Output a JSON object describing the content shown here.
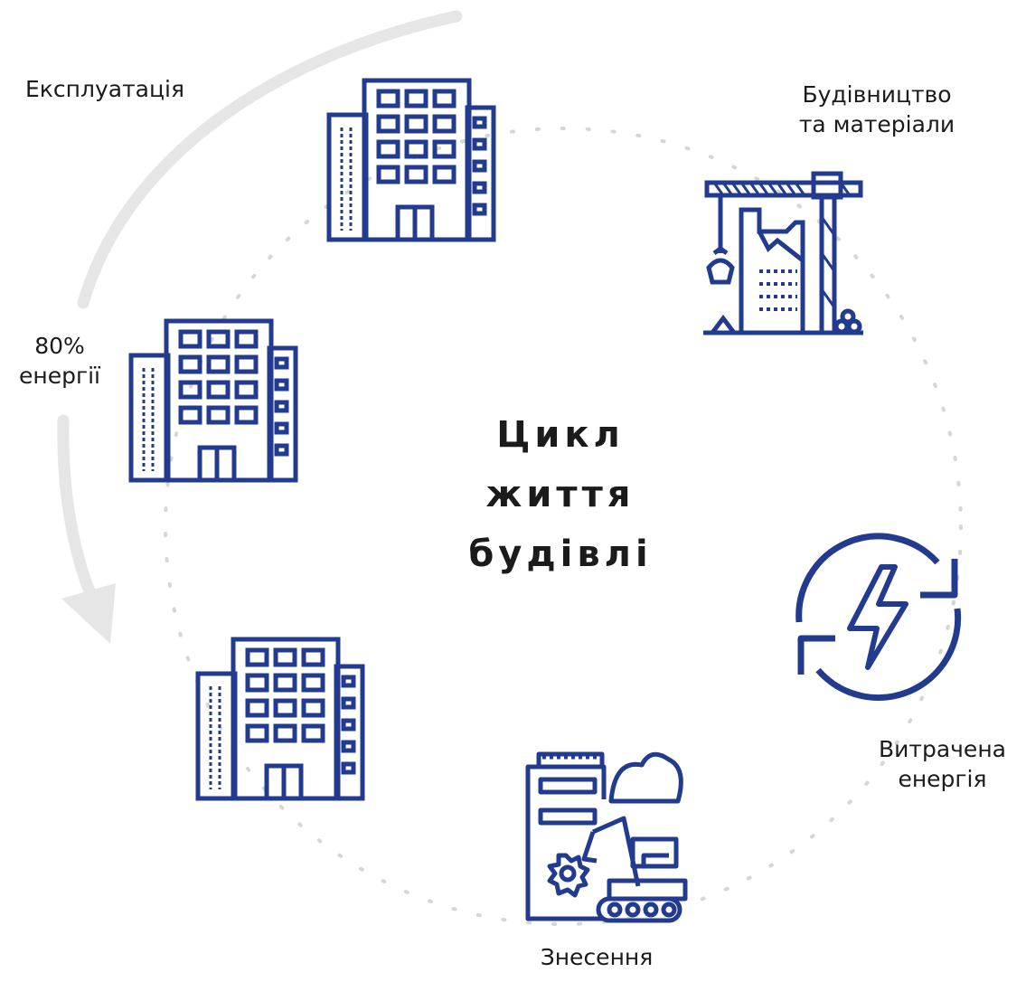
{
  "diagram": {
    "title_lines": [
      "Цикл",
      "життя",
      "будівлі"
    ],
    "labels": {
      "operation": "Експлуатація",
      "energy_share_lines": [
        "80%",
        "енергії"
      ],
      "construction_lines": [
        "Будівництво",
        "та матеріали"
      ],
      "wasted_energy_lines": [
        "Витрачена",
        "енергія"
      ],
      "demolition": "Знесення"
    },
    "icons": [
      "building-icon",
      "building-icon",
      "building-icon",
      "construction-crane-icon",
      "energy-cycle-icon",
      "demolition-excavator-icon"
    ],
    "colors": {
      "icon": "#233b8f",
      "arrow": "#e6e6e6",
      "dots": "#d6d6d6",
      "text": "#1b1b1b"
    }
  }
}
